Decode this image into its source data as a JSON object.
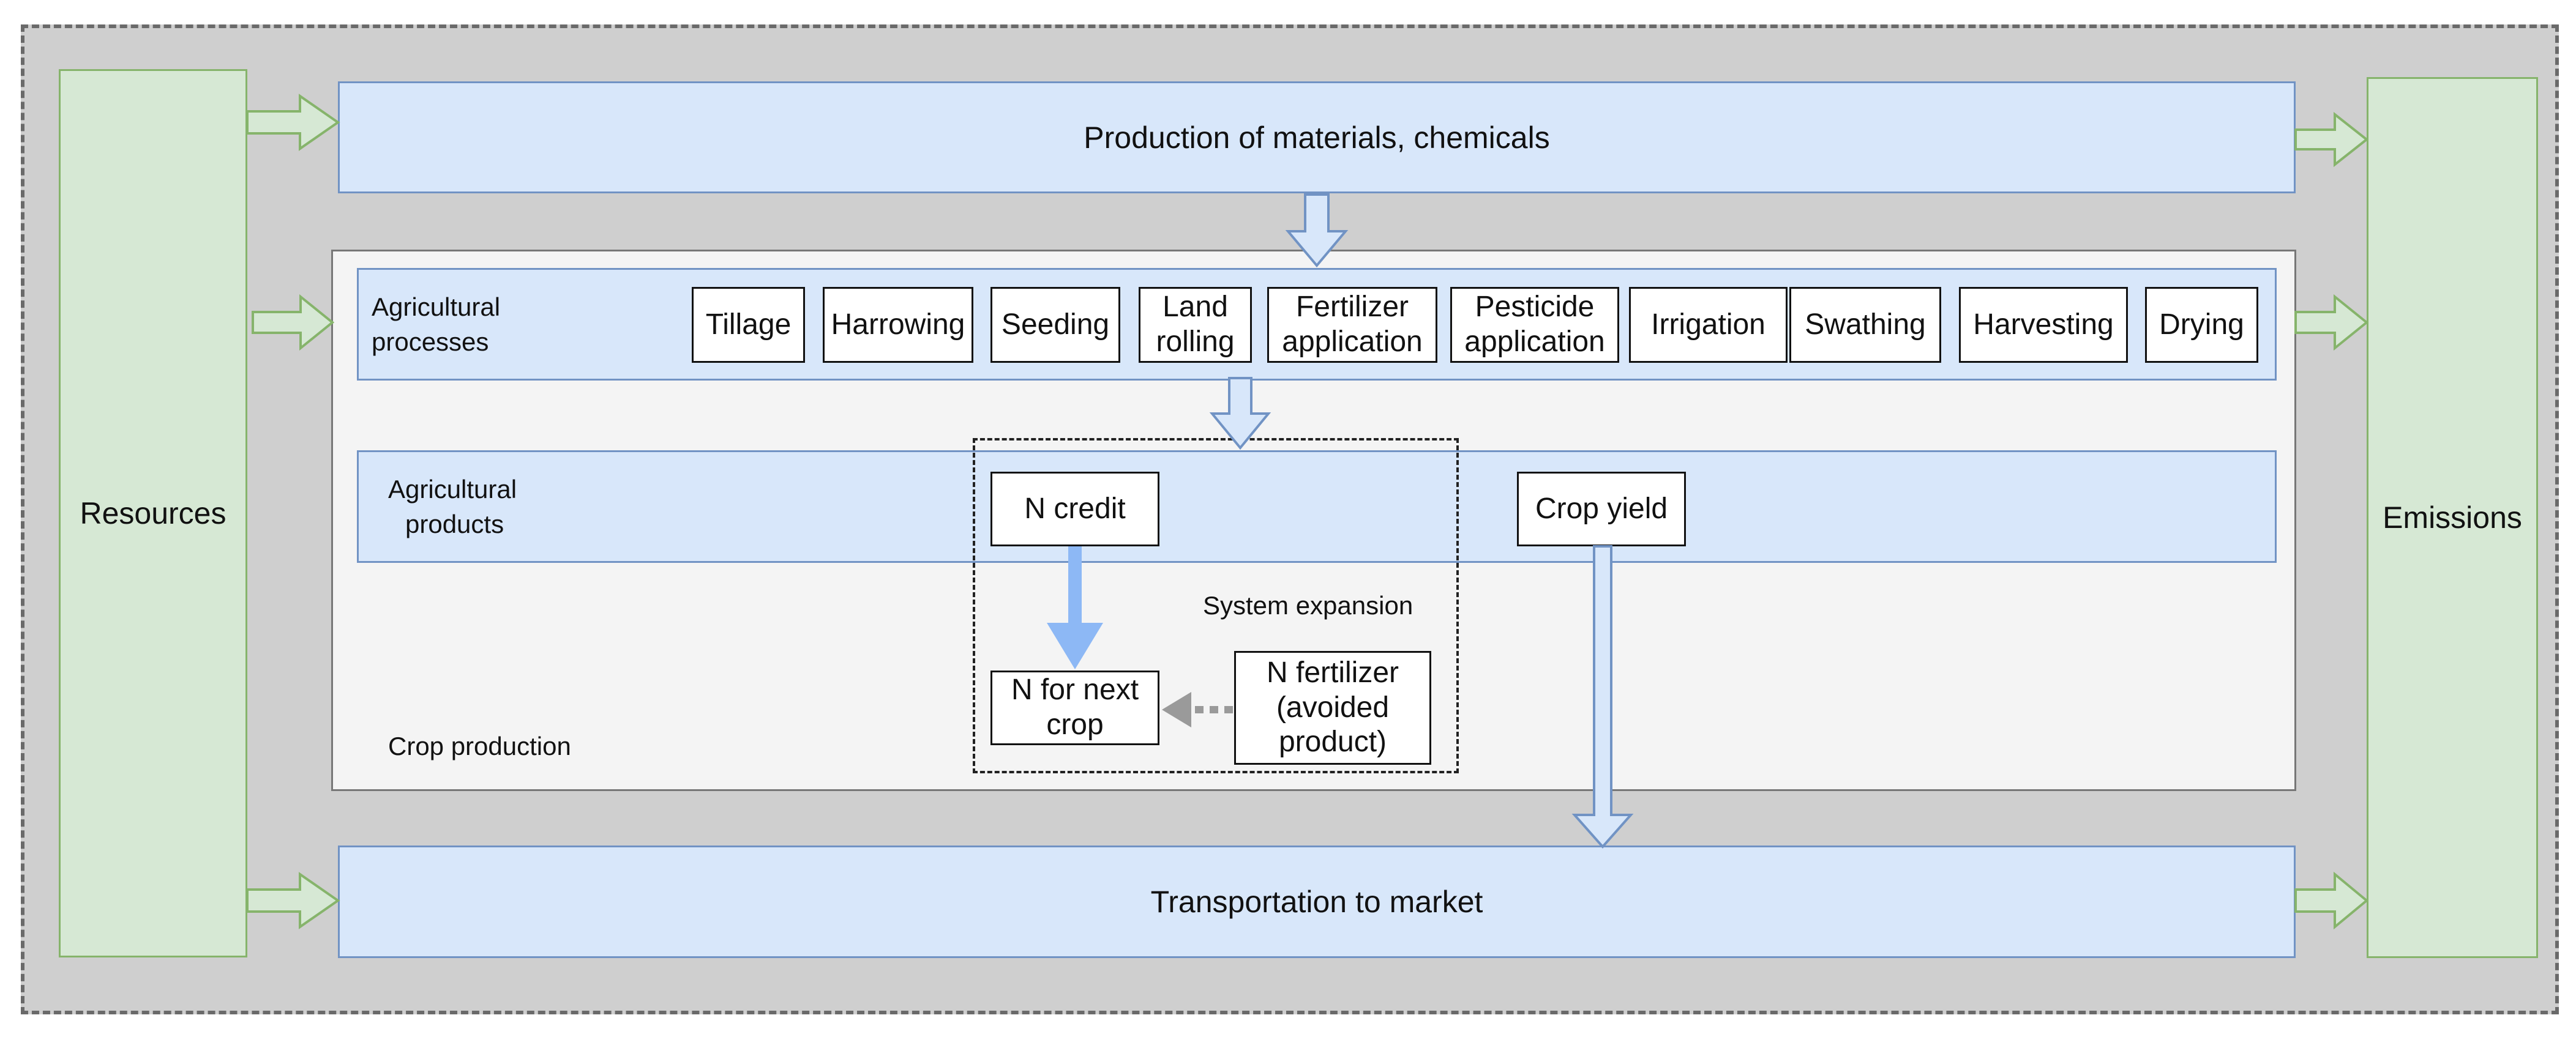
{
  "diagram": {
    "resources_label": "Resources",
    "emissions_label": "Emissions",
    "production_label": "Production of materials, chemicals",
    "transport_label": "Transportation to market",
    "processes": {
      "label_line1": "Agricultural",
      "label_line2": "processes",
      "items": [
        "Tillage",
        "Harrowing",
        "Seeding",
        "Land rolling",
        "Fertilizer application",
        "Pesticide application",
        "Irrigation",
        "Swathing",
        "Harvesting",
        "Drying"
      ]
    },
    "products": {
      "label_line1": "Agricultural",
      "label_line2": "products",
      "n_credit": "N credit",
      "crop_yield": "Crop yield"
    },
    "system_expansion": {
      "label": "System expansion",
      "n_next_crop": "N for next crop",
      "n_fertilizer": "N fertilizer (avoided product)"
    },
    "crop_production_label": "Crop production"
  },
  "colors": {
    "green_fill": "#d6e8d4",
    "green_stroke": "#86b46b",
    "blue_fill": "#d8e7fa",
    "blue_stroke": "#7193c4",
    "strong_arrow": "#8db8f5",
    "dotted_arrow": "#9a9a9a"
  }
}
